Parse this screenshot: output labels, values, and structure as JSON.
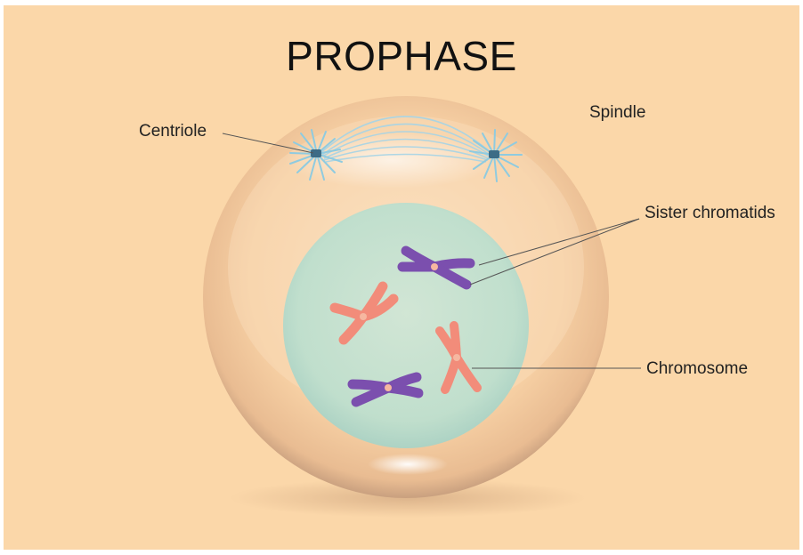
{
  "title": "PROPHASE",
  "labels": {
    "centriole": "Centriole",
    "spindle": "Spindle",
    "sister_chromatids": "Sister chromatids",
    "chromosome": "Chromosome"
  },
  "colors": {
    "background": "#fbd7a9",
    "cell_fill": "#f4c79a",
    "nucleus": "#bfe0cf",
    "spindle_fibers": "#9fd0e4",
    "chromosome_purple": "#7b4fae",
    "chromosome_salmon": "#f28c7a",
    "centromere": "#f6b7a0"
  }
}
